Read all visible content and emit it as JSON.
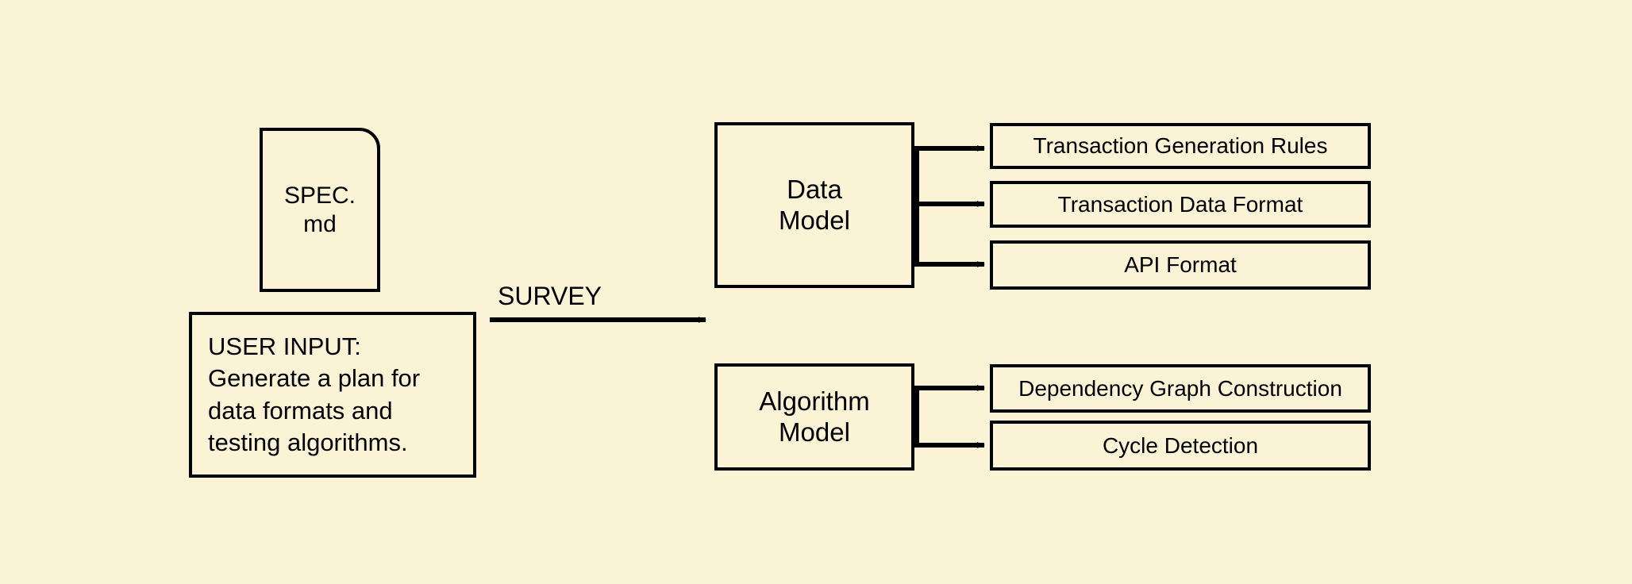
{
  "canvas": {
    "background_color": "#FBF3D5",
    "stroke_color": "#000000",
    "text_color": "#000000"
  },
  "nodes": {
    "spec_document": {
      "label": "SPEC.\nmd",
      "shape": "document-folded-corner"
    },
    "user_input": {
      "label": "USER INPUT:\nGenerate a plan for\ndata formats and\ntesting algorithms.",
      "shape": "rectangle"
    },
    "data_model": {
      "label": "Data\nModel",
      "shape": "rectangle"
    },
    "algorithm_model": {
      "label": "Algorithm\nModel",
      "shape": "rectangle"
    }
  },
  "edges": {
    "survey": {
      "label": "SURVEY",
      "from": "user_input",
      "to": "models"
    }
  },
  "leaves": {
    "data_model_outputs": [
      {
        "label": "Transaction Generation Rules"
      },
      {
        "label": "Transaction Data Format"
      },
      {
        "label": "API Format"
      }
    ],
    "algorithm_model_outputs": [
      {
        "label": "Dependency Graph Construction"
      },
      {
        "label": "Cycle Detection"
      }
    ]
  }
}
